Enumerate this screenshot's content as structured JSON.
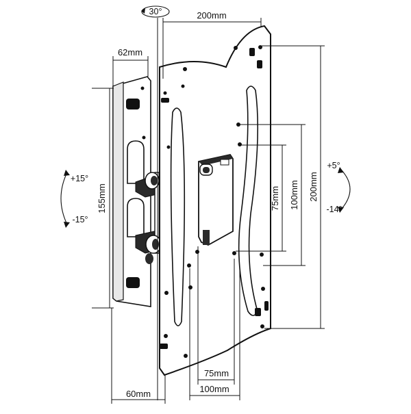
{
  "dimensions": {
    "top_width": "200mm",
    "arm_depth_top": "62mm",
    "arm_depth_bottom": "60mm",
    "wall_plate_height": "155mm",
    "vesa_v_small": "75mm",
    "vesa_v_medium": "100mm",
    "vesa_v_large": "200mm",
    "vesa_h_small": "75mm",
    "vesa_h_medium": "100mm"
  },
  "angles": {
    "swivel": "30°",
    "arm_up": "+15°",
    "arm_down": "-15°",
    "tilt_up": "+5°",
    "tilt_down": "-14°"
  },
  "colors": {
    "line": "#111111",
    "dark_fill": "#2a2a2a",
    "light_fill": "#ffffff"
  }
}
